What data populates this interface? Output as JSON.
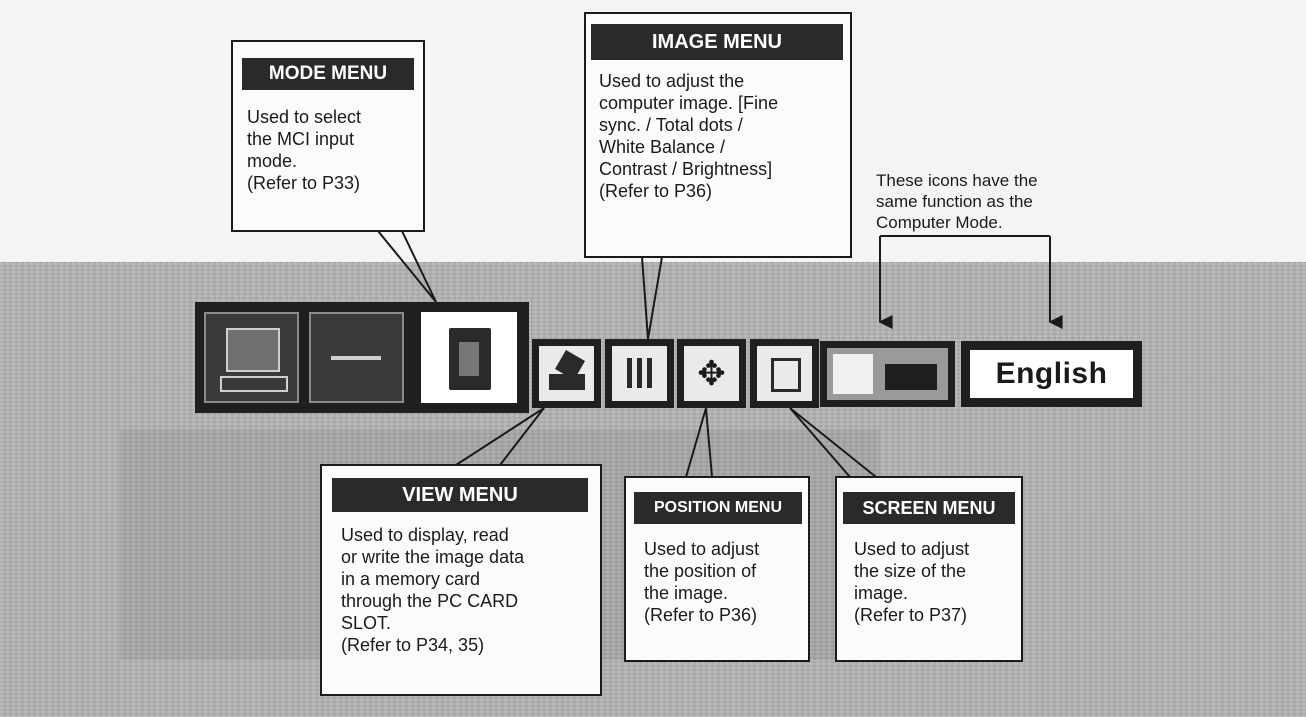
{
  "mode_menu": {
    "title": "MODE MENU",
    "text": "Used to select\nthe MCI input\nmode.\n(Refer to P33)"
  },
  "image_menu": {
    "title": "IMAGE MENU",
    "text": "Used to adjust  the\ncomputer image. [Fine\nsync. / Total dots /\nWhite Balance /\nContrast / Brightness]\n(Refer to P36)"
  },
  "icons_note": {
    "text": "These icons have the\nsame function as the\nComputer Mode."
  },
  "view_menu": {
    "title": "VIEW MENU",
    "text": "Used to display, read\nor write the image data\nin a memory card\nthrough the PC CARD\nSLOT.\n(Refer to P34, 35)"
  },
  "position_menu": {
    "title": "POSITION MENU",
    "text": "Used to adjust\nthe position of\nthe image.\n(Refer to P36)"
  },
  "screen_menu": {
    "title": "SCREEN MENU",
    "text": "Used to adjust\nthe size of the\nimage.\n(Refer to P37)"
  },
  "language_button": {
    "label": "English"
  },
  "icons": [
    "computer-mode-icon",
    "video-mode-icon",
    "memory-card-mode-icon",
    "view-icon",
    "image-adjust-icon",
    "position-arrows-icon",
    "screen-size-icon",
    "projector-icon",
    "language-icon"
  ],
  "colors": {
    "panel": "#b3b3b1",
    "tile": "#1f1f1f",
    "title_bar": "#2a2a2a"
  }
}
